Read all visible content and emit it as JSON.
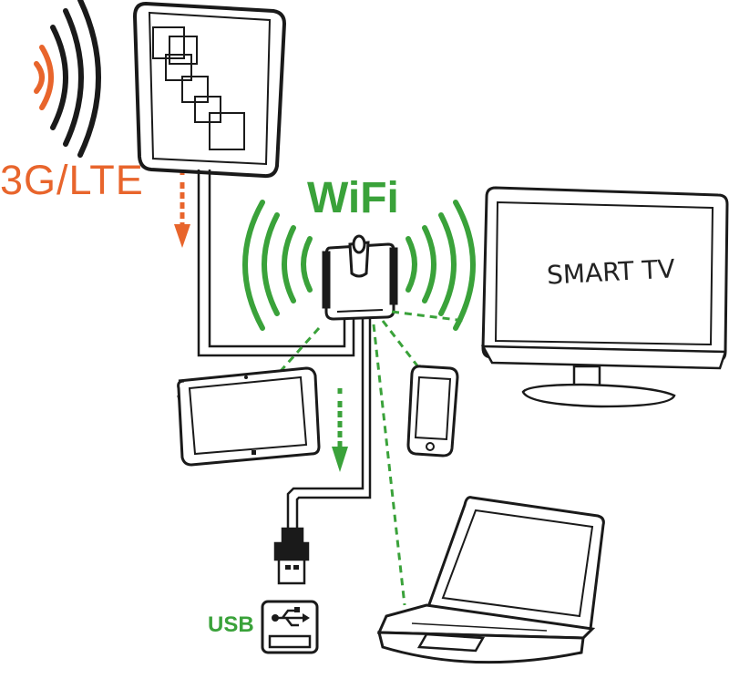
{
  "labels": {
    "lte": "3G/LTE",
    "wifi": "WiFi",
    "usb": "USB",
    "tv": "SMART TV"
  },
  "colors": {
    "signal_3g": "#e8652c",
    "wifi": "#3aa23a",
    "outline": "#1a1a1a"
  },
  "icons": [
    "antenna-panel",
    "router",
    "usb-plug",
    "usb-symbol",
    "tablet",
    "phone",
    "laptop",
    "smart-tv"
  ]
}
